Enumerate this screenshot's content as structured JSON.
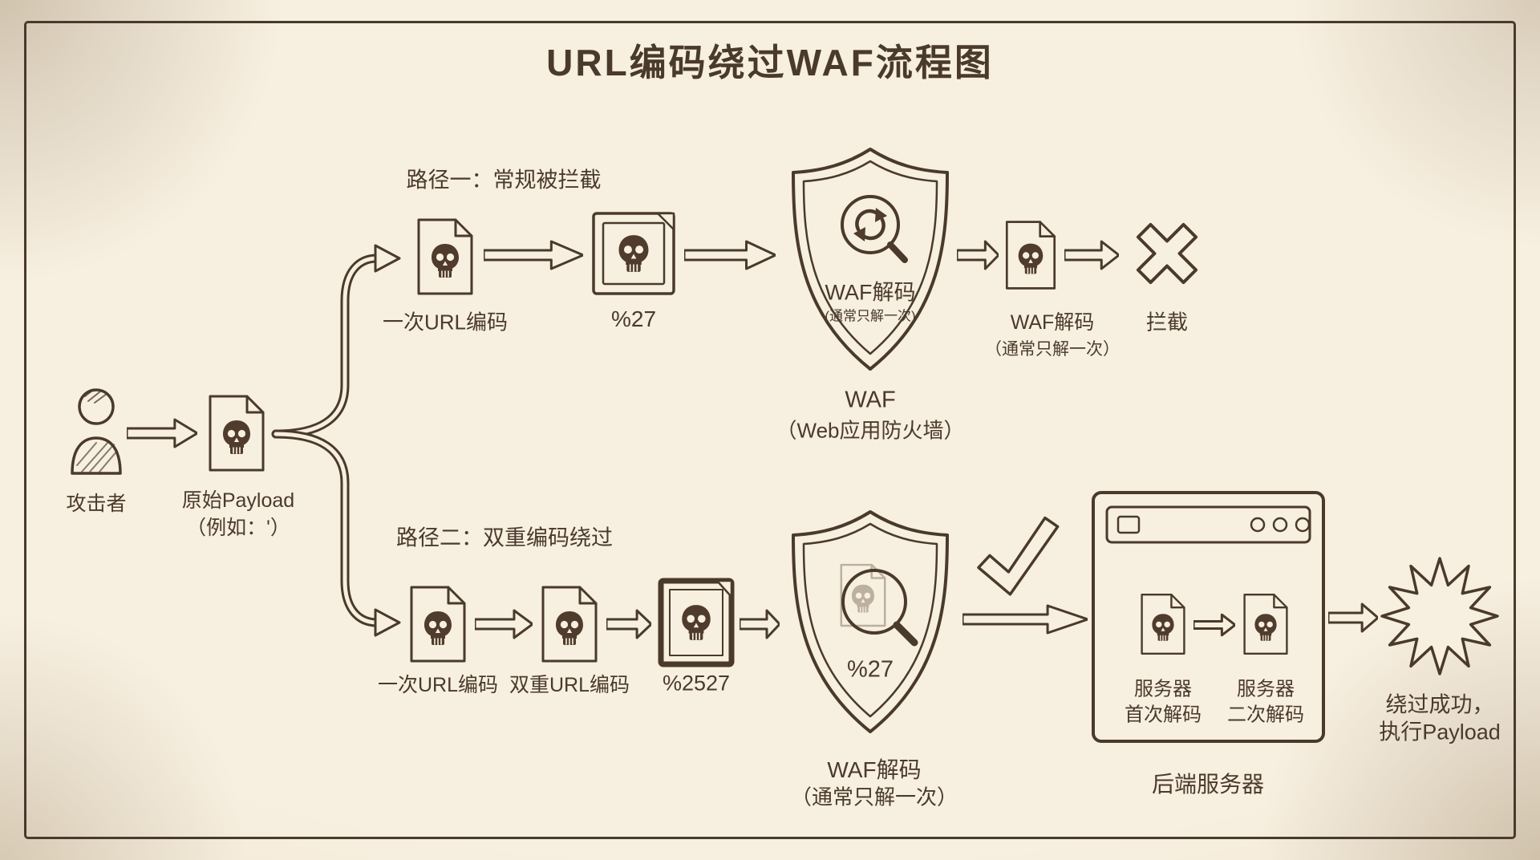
{
  "title": "URL编码绕过WAF流程图",
  "colors": {
    "paper": "#f0e5cf",
    "paper2": "#f7efe0",
    "ink": "#4a3a2c",
    "skull": "#503c2c"
  },
  "attacker": {
    "label": "攻击者"
  },
  "payload": {
    "line1": "原始Payload",
    "line2": "（例如：'）"
  },
  "path1": {
    "title": "路径一：常规被拦截",
    "step1": "一次URL编码",
    "step2": "%27",
    "shield_line1": "WAF解码",
    "shield_line2": "(通常只解一次)",
    "waf_line1": "WAF",
    "waf_line2": "（Web应用防火墙）",
    "decoded_line1": "WAF解码",
    "decoded_line2": "（通常只解一次）",
    "blocked": "拦截"
  },
  "path2": {
    "title": "路径二：双重编码绕过",
    "step1": "一次URL编码",
    "step2": "双重URL编码",
    "step3": "%2527",
    "shield_text": "%27",
    "shield_line1": "WAF解码",
    "shield_line2": "（通常只解一次）",
    "server_doc1_line1": "服务器",
    "server_doc1_line2": "首次解码",
    "server_doc2_line1": "服务器",
    "server_doc2_line2": "二次解码",
    "server_label": "后端服务器",
    "success_line1": "绕过成功，",
    "success_line2": "执行Payload"
  }
}
